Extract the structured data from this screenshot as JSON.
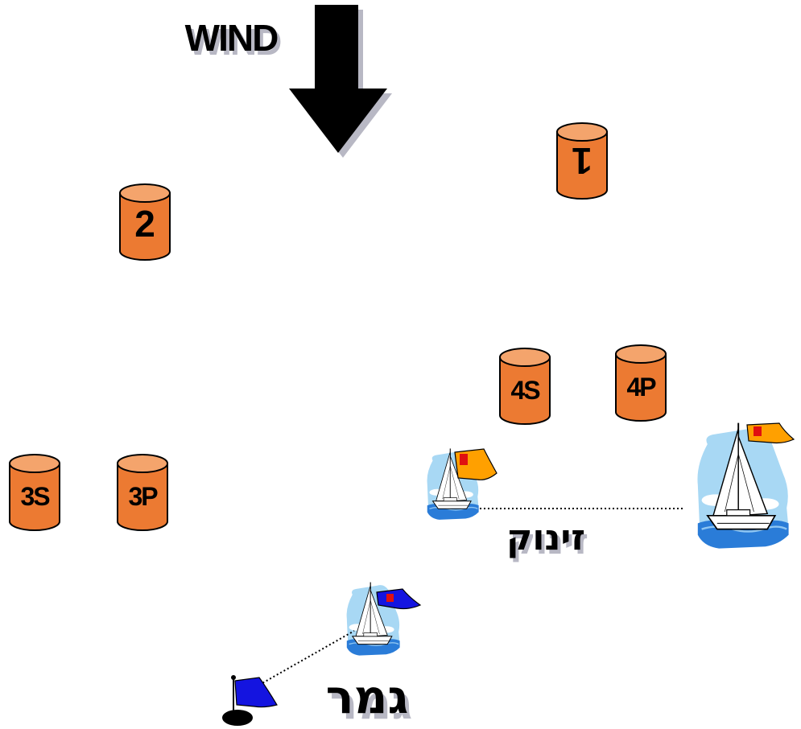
{
  "diagram": {
    "wind_label": "WIND",
    "buoys": [
      {
        "id": "1",
        "label": "1"
      },
      {
        "id": "2",
        "label": "2"
      },
      {
        "id": "4s",
        "label": "4S"
      },
      {
        "id": "4p",
        "label": "4P"
      },
      {
        "id": "3s",
        "label": "3S"
      },
      {
        "id": "3p",
        "label": "3P"
      }
    ],
    "start_label": "זינוק",
    "finish_label": "גמר",
    "colors": {
      "buoy_top": "#F4A46C",
      "buoy_body": "#EC7A32",
      "outline": "#000000",
      "shadow": "#B8B8C4",
      "start_flag": "#FFA000",
      "finish_flag": "#1414E0",
      "sky": "#A8D8F4",
      "sea": "#2A7CD8"
    }
  }
}
